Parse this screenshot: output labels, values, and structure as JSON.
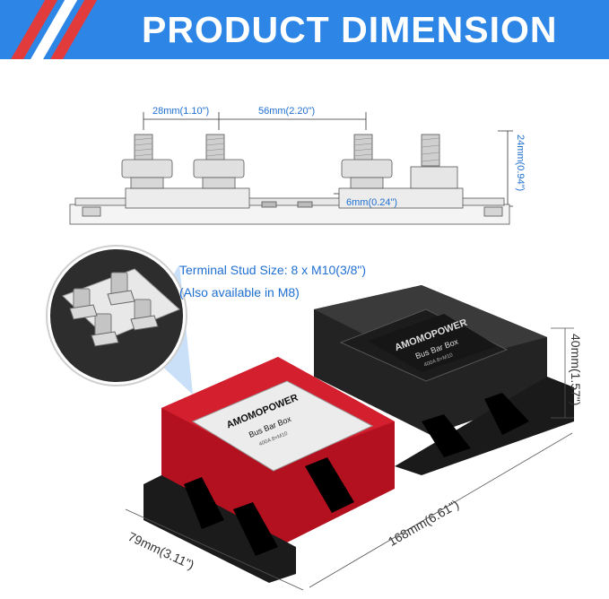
{
  "header": {
    "title": "PRODUCT DIMENSION",
    "stripe_colors": [
      "#e23b3b",
      "#ffffff",
      "#e23b3b"
    ],
    "background": "#2d86e6"
  },
  "side_view": {
    "dim_stud_spacing": "28mm(1.10\")",
    "dim_center_spacing": "56mm(2.20\")",
    "dim_height": "24mm(0.94\")",
    "dim_base": "6mm(0.24\")"
  },
  "callout": {
    "line1": "Terminal Stud Size: 8 x M10(3/8\")",
    "line2": "(Also available in M8)"
  },
  "product": {
    "brand": "AMOMOPOWER",
    "label": "Bus Bar Box",
    "rating_a": "400A 8×M10",
    "rating_b": "400A 8×M10",
    "red_color": "#c8182a",
    "black_color": "#2a2a2a"
  },
  "dimensions": {
    "height": "40mm(1.57\")",
    "length": "168mm(6.61\")",
    "width": "79mm(3.11\")"
  }
}
